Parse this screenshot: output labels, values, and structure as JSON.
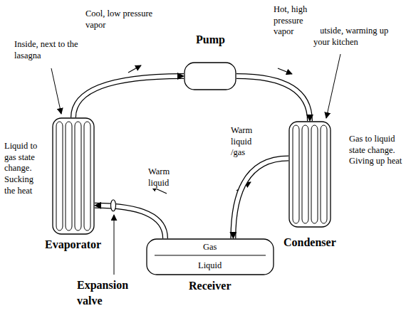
{
  "diagram": {
    "nodes": [
      {
        "text": [
          "Pump"
        ]
      },
      {
        "text": [
          "Evaporator"
        ]
      },
      {
        "text": [
          "Condenser"
        ]
      },
      {
        "text": [
          "Gas",
          "Liquid",
          "Receiver"
        ]
      }
    ],
    "edges": [
      {
        "from": 1,
        "to": 0,
        "label": "Cool, low pressure vapor",
        "arrow": "to"
      },
      {
        "from": 0,
        "to": 2,
        "label": "Hot, high pressure vapor",
        "arrow": "to"
      },
      {
        "from": 2,
        "to": 3,
        "label": "Warm liquid /gas",
        "arrow": "to"
      },
      {
        "from": 3,
        "to": 1,
        "label": "Warm liquid",
        "arrow": "to"
      }
    ],
    "labels": [
      "Inside, next to the lasagna",
      "Outside, warming up your kitchen",
      "Liquid to gas state change. Sucking the heat",
      "Gas to liquid state change. Giving up heat",
      "Expansion valve"
    ]
  }
}
